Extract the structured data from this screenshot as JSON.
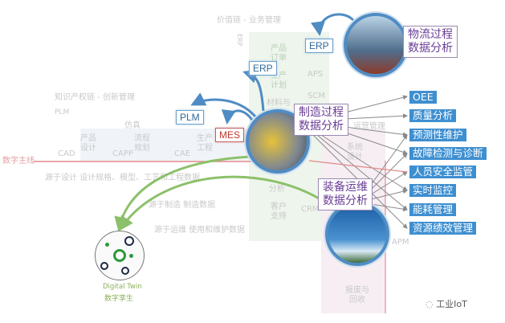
{
  "background": {
    "value_chain": "价值链 - 业务管理",
    "erp_vertical": "ERP",
    "product_order": "产品订单",
    "aps": "APS",
    "production_plan": "生产计划",
    "scm": "SCM",
    "material": "材料与",
    "ip_chain": "知识产权链 - 创新管理",
    "plm_faint": "PLM",
    "simulation": "仿真",
    "product_design": "产品设计",
    "process_plan": "流程规划",
    "production_eng": "生产工程",
    "cad": "CAD",
    "capp": "CAPP",
    "cae": "CAE",
    "ops_mgmt": "运营管理",
    "system_design": "系统设计",
    "digital_thread": "数字主线",
    "from_design": "源于设计 设计规格、模型、工艺和工程数据",
    "from_mfg": "源于制造 制造数据",
    "from_ops": "源于运维 使用和维护数据",
    "customer_support": "客户支持",
    "crm": "CRM",
    "analysis": "分析",
    "apm": "APM",
    "retire": "报废与回收"
  },
  "systems": {
    "erp_top": "ERP",
    "erp_mid": "ERP",
    "plm": "PLM",
    "mes": "MES"
  },
  "labels": {
    "logistics": [
      "物流过程",
      "数据分析"
    ],
    "manufacturing": [
      "制造过程",
      "数据分析"
    ],
    "equipment": [
      "装备运维",
      "数据分析"
    ]
  },
  "applications": [
    "OEE",
    "质量分析",
    "预测性维护",
    "故障检测与诊断",
    "人员安全监管",
    "实时监控",
    "能耗管理",
    "资源绩效管理"
  ],
  "digital_twin": {
    "en": "Digital Twin",
    "zh": "数字孪生"
  },
  "watermark": "工业IoT",
  "colors": {
    "tag": "#3e8fd0",
    "system": "#2f6a98",
    "label": "#6a3d96",
    "mes": "#c0392b",
    "thread": "#e08a8a",
    "green": "#8cc06a"
  }
}
